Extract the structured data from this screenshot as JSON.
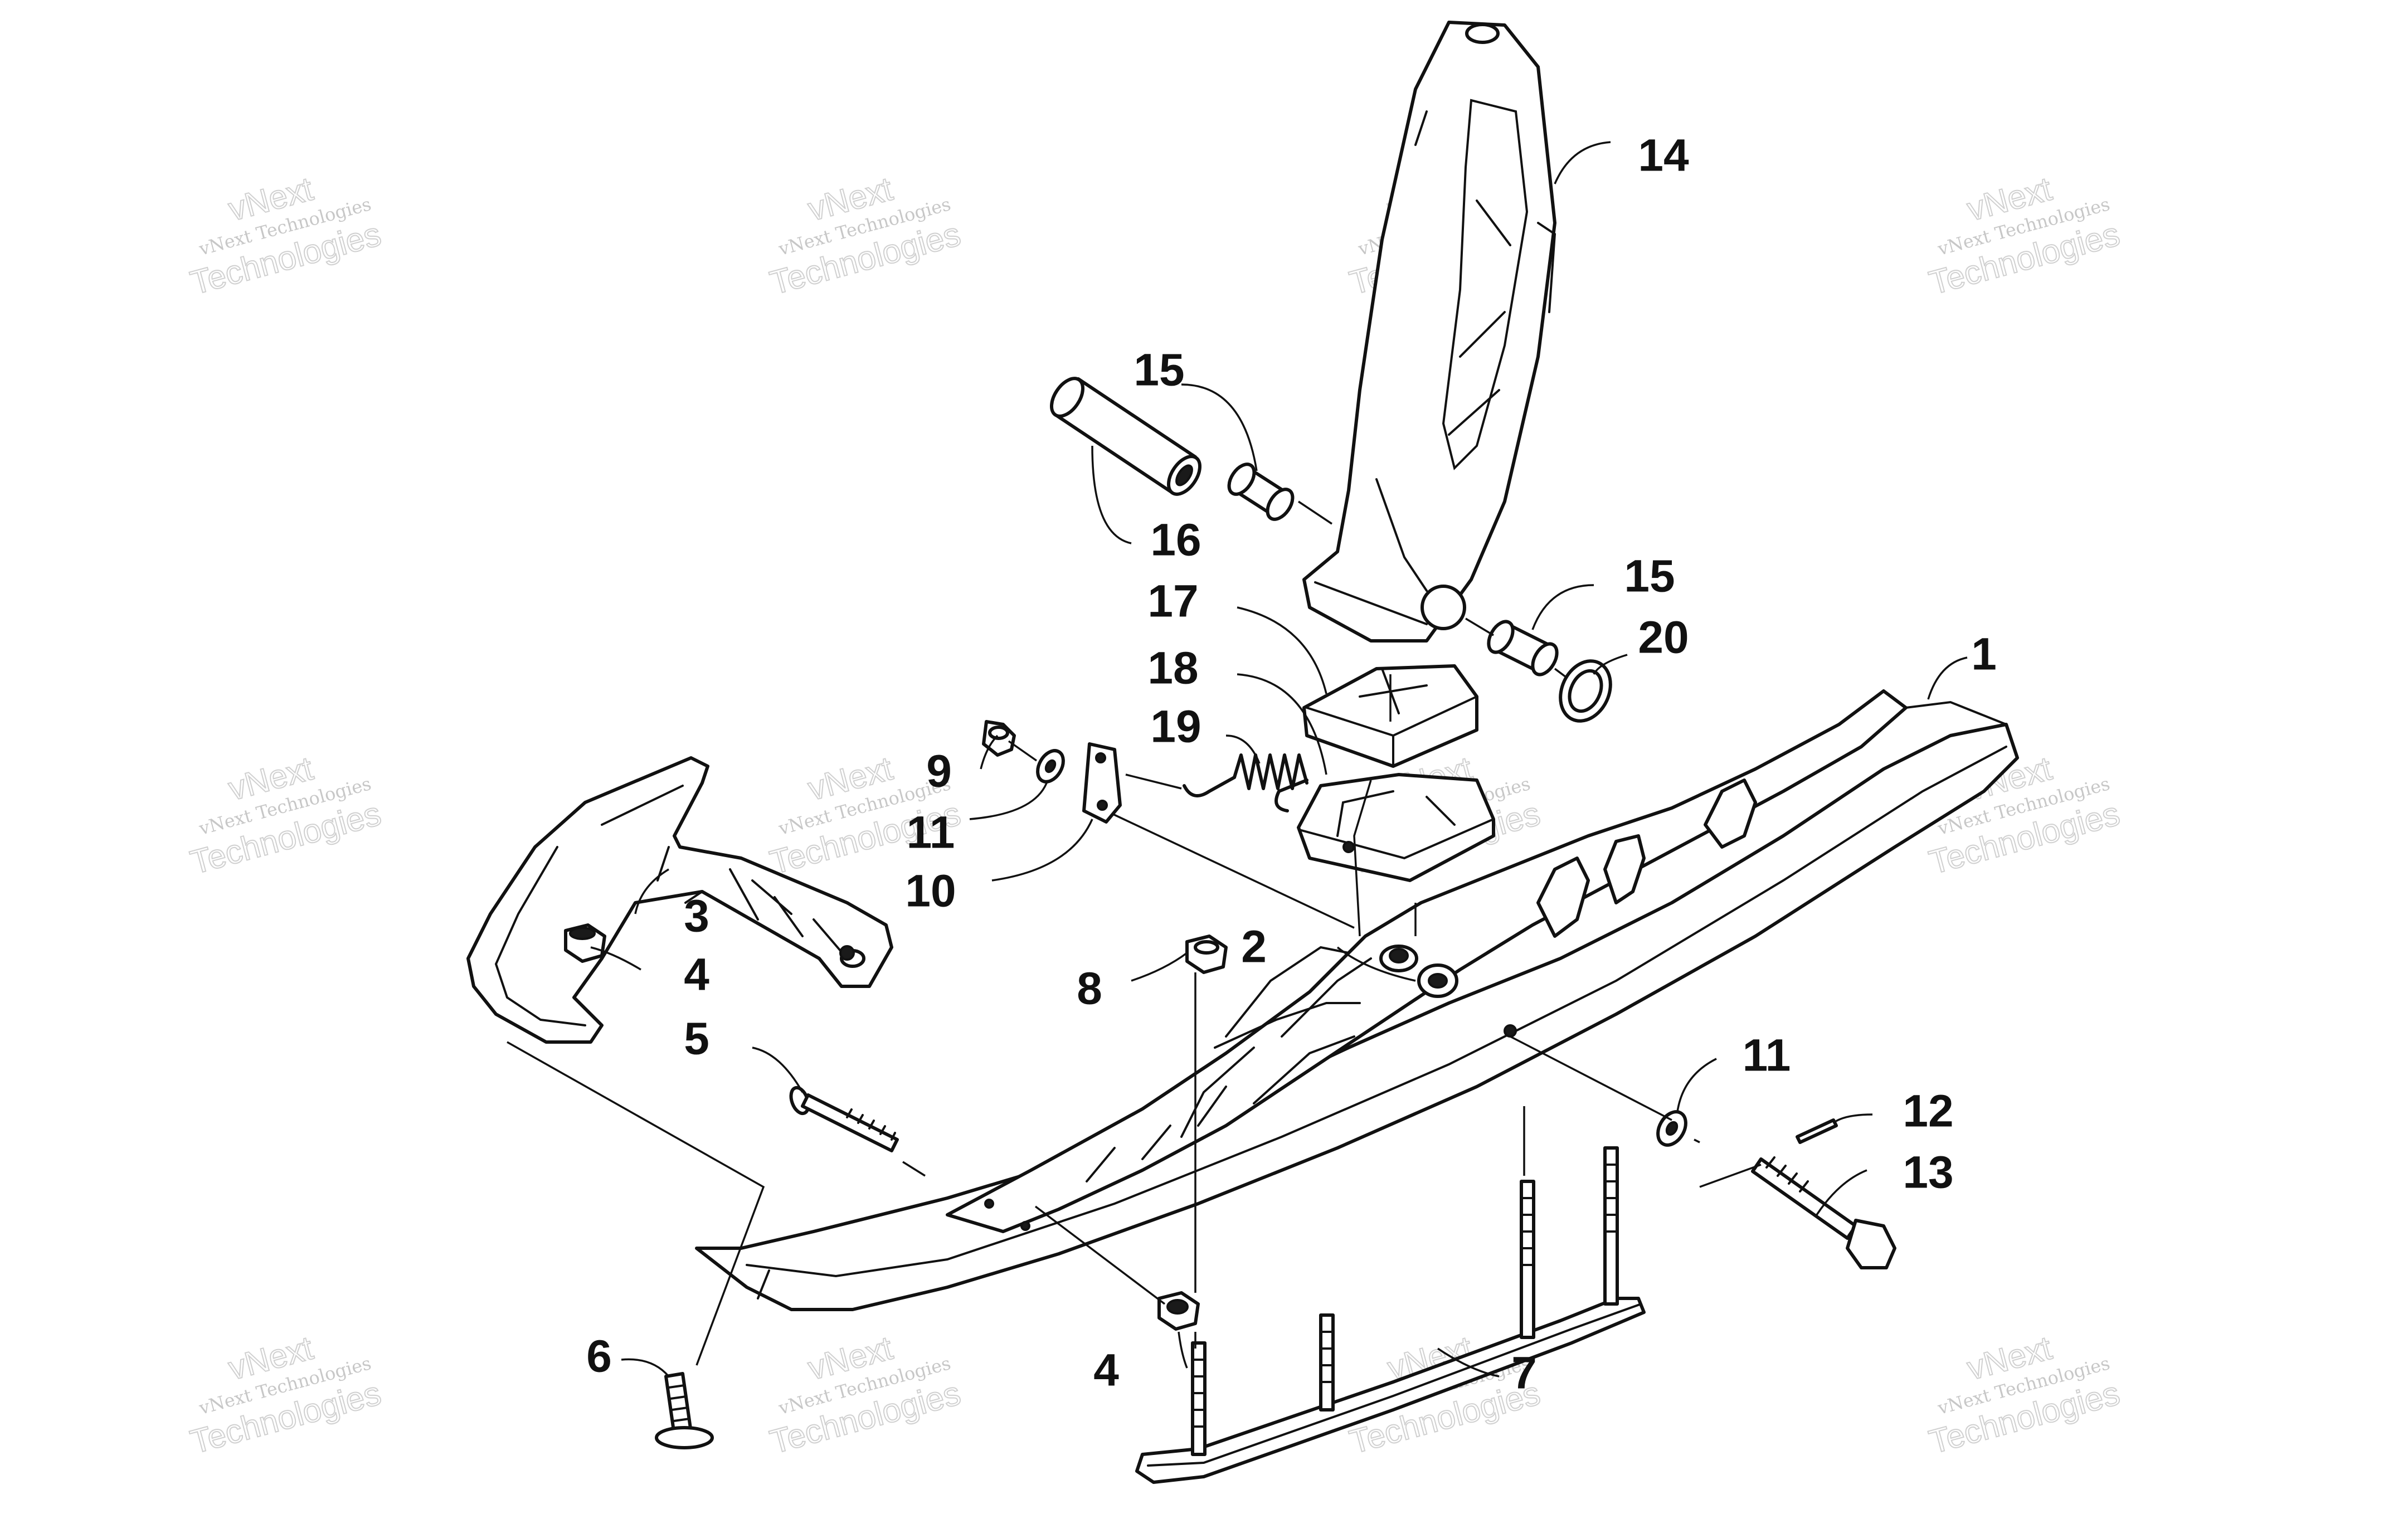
{
  "diagram": {
    "callouts": [
      {
        "id": "c1",
        "label": "1"
      },
      {
        "id": "c2",
        "label": "2"
      },
      {
        "id": "c3",
        "label": "3"
      },
      {
        "id": "c4a",
        "label": "4"
      },
      {
        "id": "c4b",
        "label": "4"
      },
      {
        "id": "c5",
        "label": "5"
      },
      {
        "id": "c6",
        "label": "6"
      },
      {
        "id": "c7",
        "label": "7"
      },
      {
        "id": "c8",
        "label": "8"
      },
      {
        "id": "c9",
        "label": "9"
      },
      {
        "id": "c10",
        "label": "10"
      },
      {
        "id": "c11a",
        "label": "11"
      },
      {
        "id": "c11b",
        "label": "11"
      },
      {
        "id": "c12",
        "label": "12"
      },
      {
        "id": "c13",
        "label": "13"
      },
      {
        "id": "c14",
        "label": "14"
      },
      {
        "id": "c15a",
        "label": "15"
      },
      {
        "id": "c15b",
        "label": "15"
      },
      {
        "id": "c16",
        "label": "16"
      },
      {
        "id": "c17",
        "label": "17"
      },
      {
        "id": "c18",
        "label": "18"
      },
      {
        "id": "c19",
        "label": "19"
      },
      {
        "id": "c20",
        "label": "20"
      }
    ],
    "watermark": {
      "line1": "vNext",
      "line2": "vNext Technologies",
      "line3": "Technologies"
    }
  }
}
